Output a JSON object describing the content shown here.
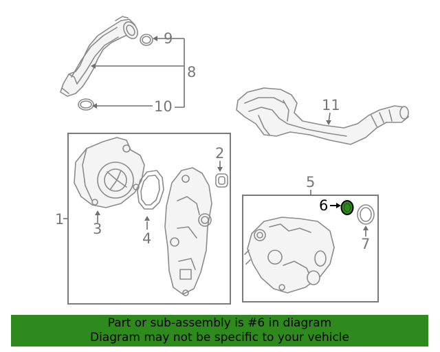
{
  "diagram": {
    "callouts": {
      "c1": "1",
      "c2": "2",
      "c3": "3",
      "c4": "4",
      "c5": "5",
      "c6": "6",
      "c7": "7",
      "c8": "8",
      "c9": "9",
      "c10": "10",
      "c11": "11"
    },
    "highlighted_part": "6",
    "highlight_color": "#2f8a1d"
  },
  "banner": {
    "line1": "Part or sub-assembly is #6 in diagram",
    "line2": "Diagram may not be specific to your vehicle",
    "background": "#2f8a1d"
  }
}
